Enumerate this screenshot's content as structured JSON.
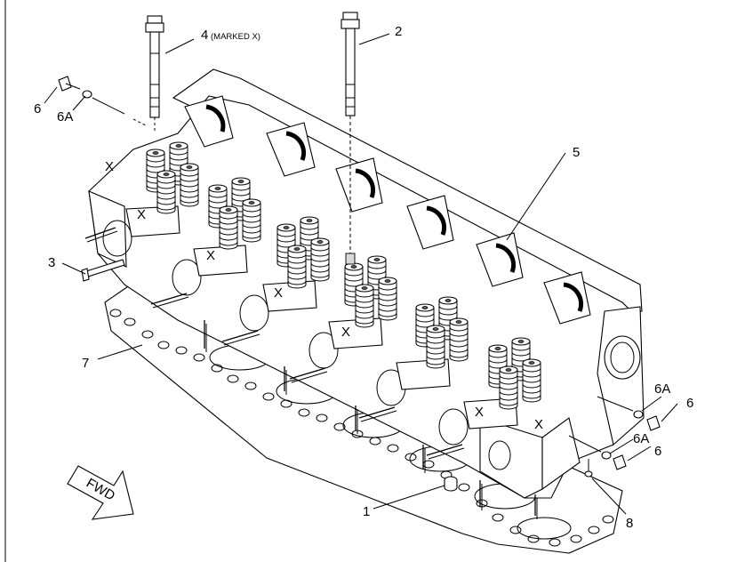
{
  "callouts": {
    "c1": "1",
    "c2": "2",
    "c3": "3",
    "c4_num": "4",
    "c4_note": "(MARKED X)",
    "c5": "5",
    "c6_a": "6",
    "c6_b": "6",
    "c6_c": "6",
    "c6a_a": "6A",
    "c6a_b": "6A",
    "c6a_c": "6A",
    "c7": "7",
    "c8": "8"
  },
  "x_marks": {
    "m1": "X",
    "m2": "X",
    "m3": "X",
    "m4": "X",
    "m5": "X",
    "m6": "X",
    "m7": "X"
  },
  "fwd_label": "FWD"
}
